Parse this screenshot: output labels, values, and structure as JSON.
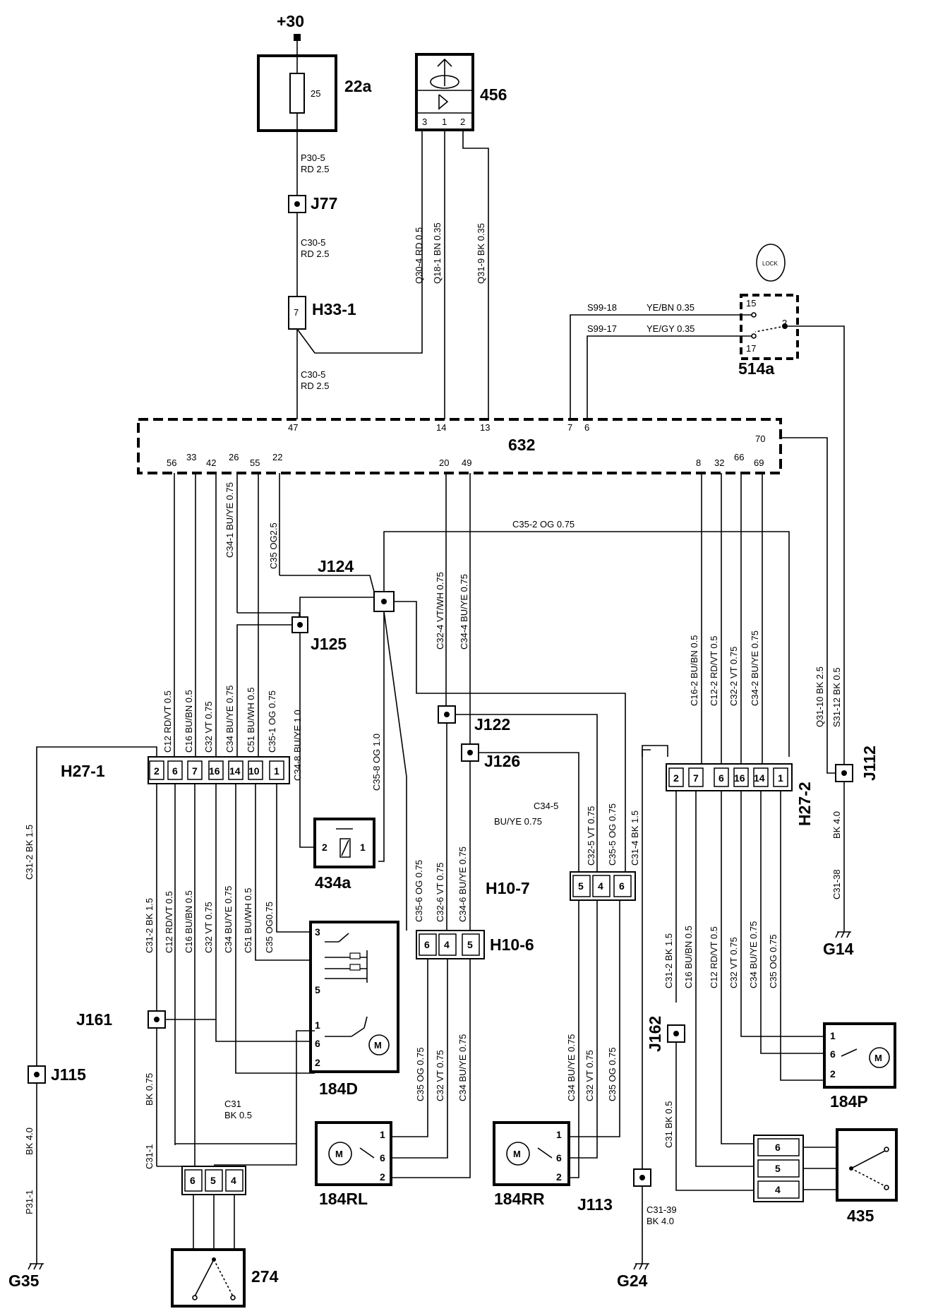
{
  "components": {
    "fuse": "22a",
    "fuse_rating": "25",
    "supply": "+30",
    "alarm_sensor": "456",
    "lock_switch": "514a",
    "lock_symbol": "LOCK",
    "control_module": "632",
    "actuator_driver": "184D",
    "actuator_passenger": "184P",
    "actuator_rear_left": "184RL",
    "actuator_rear_right": "184RR",
    "relay": "434a",
    "motor_274": "274",
    "motor_435": "435"
  },
  "connectors": {
    "H33_1": "H33-1",
    "H27_1": "H27-1",
    "H27_2": "H27-2",
    "H10_6": "H10-6",
    "H10_7": "H10-7"
  },
  "splices": {
    "J77": "J77",
    "J112": "J112",
    "J113": "J113",
    "J115": "J115",
    "J122": "J122",
    "J124": "J124",
    "J125": "J125",
    "J126": "J126",
    "J161": "J161",
    "J162": "J162"
  },
  "grounds": {
    "G14": "G14",
    "G24": "G24",
    "G35": "G35"
  },
  "pins": {
    "fuse_25": "25",
    "s456": [
      "3",
      "1",
      "2"
    ],
    "h33": "7",
    "m632_top": [
      "47",
      "14",
      "13",
      "7",
      "6"
    ],
    "m632_70": "70",
    "m632_bottom": [
      "56",
      "33",
      "42",
      "26",
      "55",
      "22",
      "20",
      "49",
      "8",
      "32",
      "66",
      "69"
    ],
    "h27_1": [
      "2",
      "6",
      "7",
      "16",
      "14",
      "10",
      "1"
    ],
    "h27_2": [
      "2",
      "7",
      "6",
      "16",
      "14",
      "1"
    ],
    "h10_6": [
      "6",
      "4",
      "5"
    ],
    "h10_7": [
      "5",
      "4",
      "6"
    ],
    "r434": [
      "2",
      "1"
    ],
    "s514": [
      "15",
      "2",
      "17"
    ],
    "a184d": [
      "3",
      "5",
      "1",
      "6",
      "2"
    ],
    "a184p": [
      "1",
      "6",
      "2"
    ],
    "a184rl": [
      "1",
      "6",
      "2"
    ],
    "a184rr": [
      "1",
      "6",
      "2"
    ],
    "c274": [
      "6",
      "5",
      "4"
    ],
    "c435": [
      "6",
      "5",
      "4"
    ],
    "motor": "M"
  },
  "wires": {
    "p30_5": "P30-5",
    "p30_5_spec": "RD 2.5",
    "c30_5a": "C30-5",
    "c30_5a_spec": "RD 2.5",
    "c30_5b": "C30-5",
    "c30_5b_spec": "RD 2.5",
    "q30_4": "Q30-4  RD 0.5",
    "q18_1": "Q18-1  BN 0.35",
    "q31_9": "Q31-9  BK 0.35",
    "s99_18": "S99-18",
    "s99_18_spec": "YE/BN  0.35",
    "s99_17": "S99-17",
    "s99_17_spec": "YE/GY  0.35",
    "c35_2": "C35-2  OG 0.75",
    "c34_1": "C34-1   BU/YE 0.75",
    "c35_og": "C35  OG2.5",
    "c32_4": "C32-4   VT/WH 0.75",
    "c34_4": "C34-4   BU/YE 0.75",
    "c12_l": "C12 RD/VT  0.5",
    "c16_l": "C16 BU/BN  0.5",
    "c32_l": "C32 VT 0.75",
    "c34_l": "C34 BU/YE 0.75",
    "c51_l": "C51 BU/WH 0.5",
    "c35_1": "C35-1  OG 0.75",
    "bu_ye_10": "BU/YE  1.0",
    "c34_8": "C34-8",
    "c35_8": "C35-8    OG 1.0",
    "c35_6": "C35-6  OG 0.75",
    "c32_6": "C32-6  VT 0.75",
    "c34_6": "C34-6  BU/YE 0.75",
    "c34_5": "C34-5",
    "c34_5_spec": "BU/YE  0.75",
    "c32_5": "C32-5  VT 0.75",
    "c35_5": "C35-5  OG 0.75",
    "c31_4": "C31-4  BK 1.5",
    "c16_2": "C16-2  BU/BN  0.5",
    "c12_2": "C12-2  RD/VT  0.5",
    "c32_2": "C32-2  VT 0.75",
    "c34_2": "C34-2  BU/YE 0.75",
    "q31_10": "Q31-10  BK 2.5",
    "s31_12": "S31-12  BK 0.5",
    "bk40_r": "BK 4.0",
    "c31_38": "C31-38",
    "c31_2l": "C31-2  BK 1.5",
    "p31_1": "P31-1",
    "bk40_l": "BK 4.0",
    "c31_2m": "C31-2  BK 1.5",
    "c12_m": "C12  RD/VT  0.5",
    "c16_m": "C16  BU/BN  0.5",
    "c32_m": "C32  VT 0.75",
    "c34_m": "C34  BU/YE  0.75",
    "c51_m": "C51  BU/WH 0.5",
    "c35_m": "C35  OG0.75",
    "bk075": "BK 0.75",
    "c31_1": "C31-1",
    "c31_mid": "C31",
    "c31_mid_spec": "BK 0.5",
    "rl_c35": "C35  OG 0.75",
    "rl_c32": "C32  VT 0.75",
    "rl_c34": "C34  BU/YE 0.75",
    "rr_c34": "C34  BU/YE 0.75",
    "rr_c32": "C32  VT 0.75",
    "rr_c35": "C35  OG 0.75",
    "r_c31_2": "C31-2  BK 1.5",
    "r_c16": "C16  BU/BN 0.5",
    "r_c12": "C12  RD/VT 0.5",
    "r_c32": "C32  VT 0.75",
    "r_c34": "C34  BU/YE 0.75",
    "r_c35": "C35  OG 0.75",
    "c31_bk05": "C31  BK 0.5",
    "c31_39": "C31-39",
    "c31_39_spec": "BK 4.0"
  }
}
